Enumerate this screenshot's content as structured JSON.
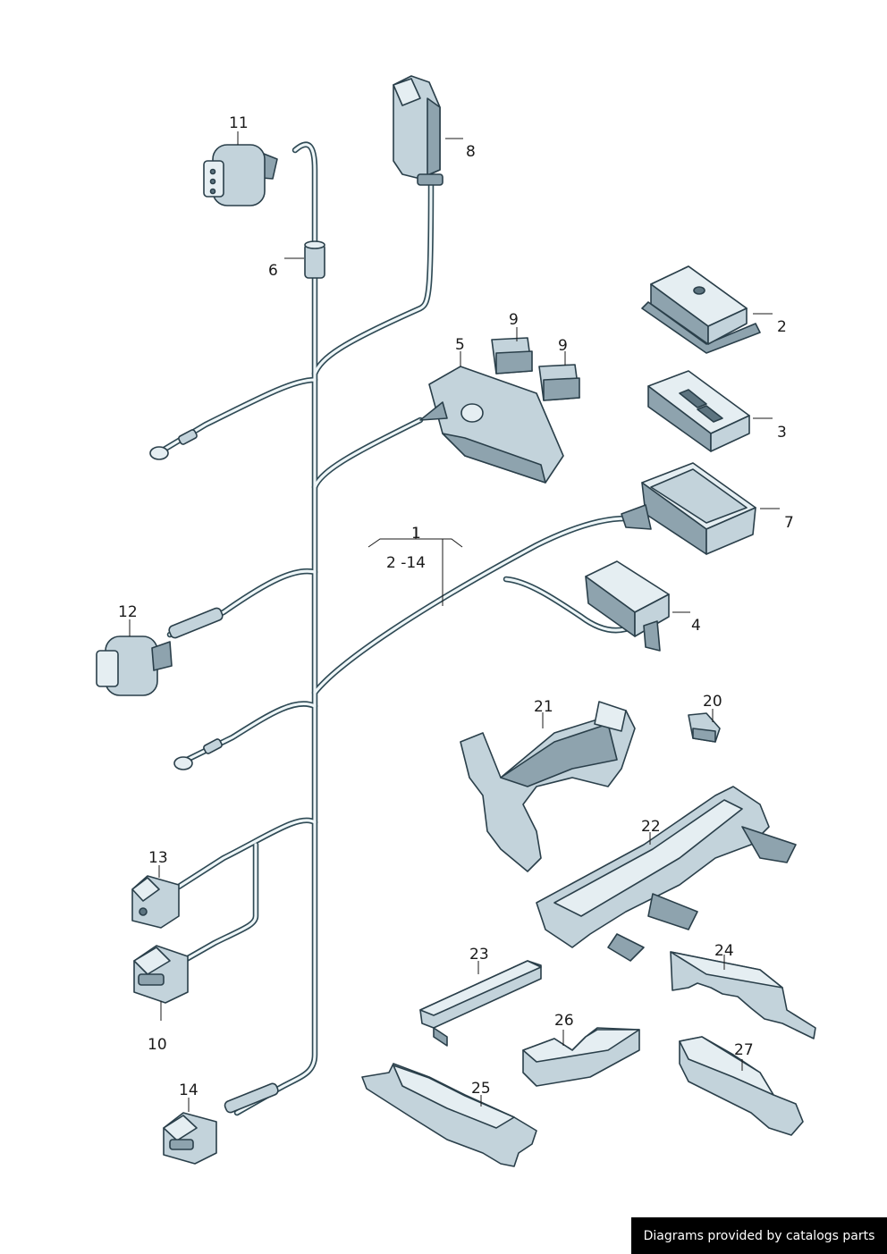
{
  "diagram": {
    "labels": {
      "p1": "1",
      "p1_range": "2 -14",
      "p2": "2",
      "p3": "3",
      "p4": "4",
      "p5": "5",
      "p6": "6",
      "p7": "7",
      "p8": "8",
      "p9a": "9",
      "p9b": "9",
      "p10": "10",
      "p11": "11",
      "p12": "12",
      "p13": "13",
      "p14": "14",
      "p20": "20",
      "p21": "21",
      "p22": "22",
      "p23": "23",
      "p24": "24",
      "p25": "25",
      "p26": "26",
      "p27": "27"
    },
    "colors": {
      "outline": "#2a3f4a",
      "fill_light": "#c3d3db",
      "fill_mid": "#8ea3ae",
      "wire_core": "#eef6f8"
    }
  },
  "footer": {
    "credit": "Diagrams provided by catalogs parts"
  }
}
